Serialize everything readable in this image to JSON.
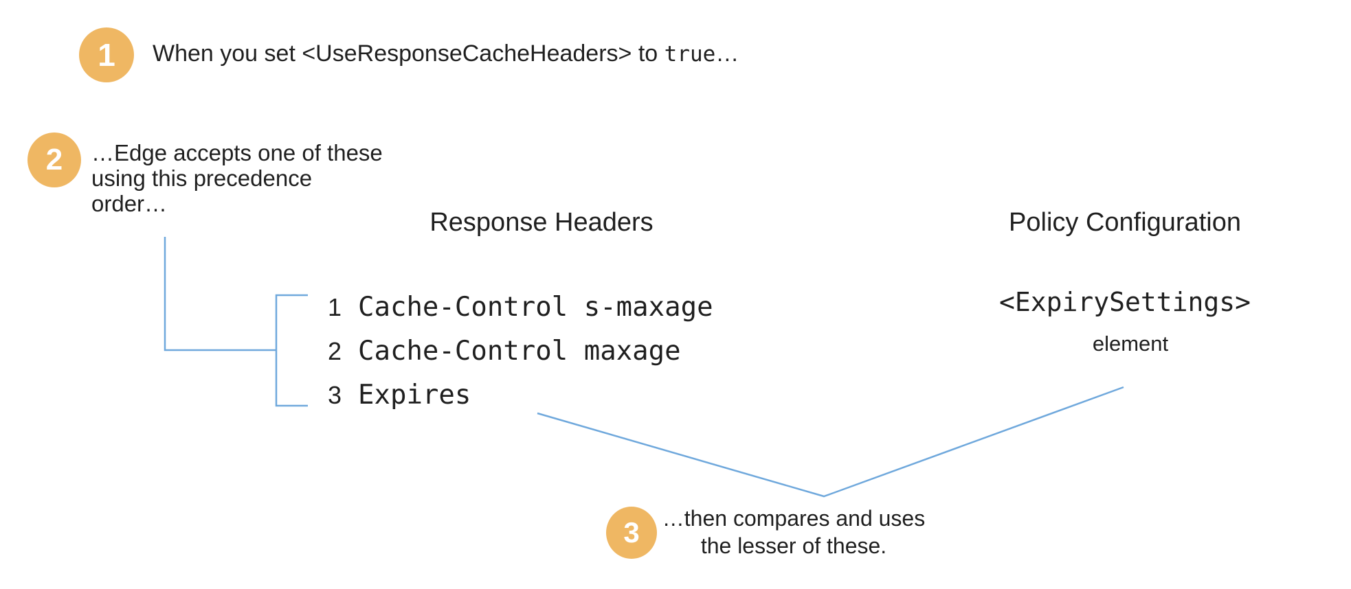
{
  "colors": {
    "badge_orange": "#efb763",
    "connector_blue": "#6fa8dc",
    "text": "#1f1f1f"
  },
  "steps": [
    {
      "number": "1",
      "text_before": "When you set <UseResponseCacheHeaders> to ",
      "code": "true",
      "text_after": "…"
    },
    {
      "number": "2",
      "lines": [
        "…Edge accepts one of these",
        "using this precedence",
        "order…"
      ]
    },
    {
      "number": "3",
      "lines": [
        "…then compares and uses",
        "the lesser of these."
      ]
    }
  ],
  "columns": {
    "response_headers": {
      "title": "Response Headers",
      "items": [
        {
          "num": "1",
          "code": "Cache-Control s-maxage"
        },
        {
          "num": "2",
          "code": "Cache-Control maxage"
        },
        {
          "num": "3",
          "code": "Expires"
        }
      ]
    },
    "policy_configuration": {
      "title": "Policy Configuration",
      "code": "<ExpirySettings>",
      "label": "element"
    }
  }
}
